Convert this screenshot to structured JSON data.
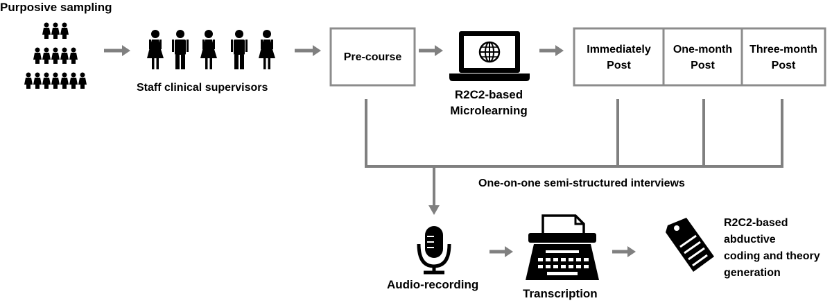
{
  "sampling": {
    "title": "Purposive sampling"
  },
  "participants": {
    "label": "Staff clinical supervisors"
  },
  "stages": {
    "pre": "Pre-course",
    "intervention_line1": "R2C2-based",
    "intervention_line2": "Microlearning",
    "post": [
      {
        "line1": "Immediately",
        "line2": "Post"
      },
      {
        "line1": "One-month",
        "line2": "Post"
      },
      {
        "line1": "Three-month",
        "line2": "Post"
      }
    ]
  },
  "interviews": {
    "label": "One-on-one semi-structured interviews"
  },
  "analysis": {
    "audio": "Audio-recording",
    "transcription": "Transcription",
    "coding_lines": [
      "R2C2-based",
      "abductive",
      "coding and theory",
      "generation"
    ]
  },
  "colors": {
    "ink": "#000000",
    "arrow": "#808080",
    "box": "#8c8c8c"
  },
  "icons": [
    "person-icon",
    "laptop-globe-icon",
    "microphone-icon",
    "typewriter-icon",
    "tag-icon"
  ]
}
